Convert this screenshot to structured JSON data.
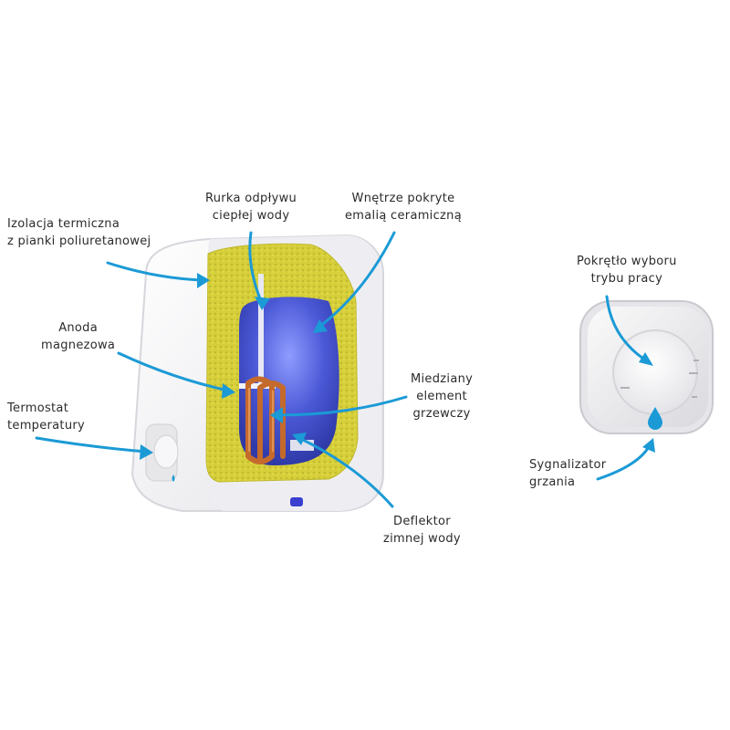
{
  "colors": {
    "arrow": "#1b9ad6",
    "insulation": "#d8d23a",
    "tank": "#4a5ad8",
    "copper": "#c66a2a",
    "body": "#f4f4f6"
  },
  "labels": {
    "insulation": [
      "Izolacja termiczna",
      "z pianki poliuretanowej"
    ],
    "hot_pipe": [
      "Rurka odpływu",
      "ciepłej wody"
    ],
    "enamel": [
      "Wnętrze pokryte",
      "emalią ceramiczną"
    ],
    "anode": [
      "Anoda",
      "magnezowa"
    ],
    "thermostat": [
      "Termostat",
      "temperatury"
    ],
    "heater": [
      "Miedziany",
      "element",
      "grzewczy"
    ],
    "deflector": [
      "Deflektor",
      "zimnej wody"
    ],
    "knob": [
      "Pokrętło wyboru",
      "trybu pracy"
    ],
    "indicator": [
      "Sygnalizator",
      "grzania"
    ]
  },
  "icons": [
    "arrow-icon",
    "water-drop-icon"
  ]
}
